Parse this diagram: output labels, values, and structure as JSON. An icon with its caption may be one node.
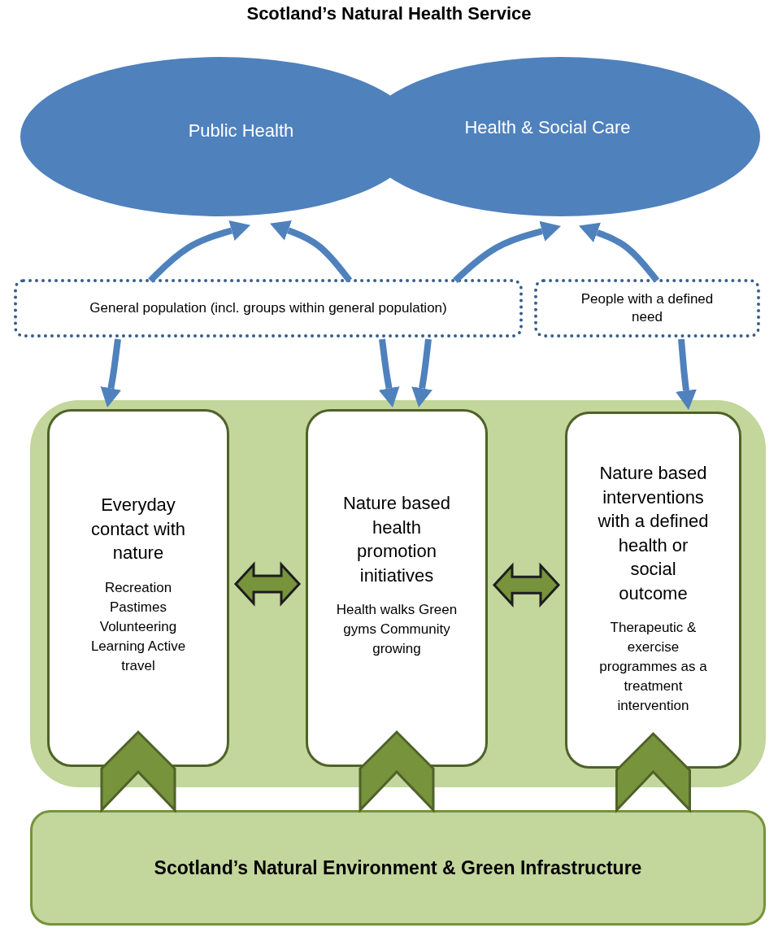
{
  "diagram": {
    "title": "Scotland’s Natural Health Service",
    "nodes": [
      {
        "text": [
          "Public Health"
        ]
      },
      {
        "text": [
          "Health & Social Care"
        ]
      },
      {
        "text": [
          "General population (incl. groups within general population)"
        ]
      },
      {
        "text": [
          "People with a defined need"
        ]
      },
      {
        "text": [],
        "shape": "box"
      },
      {
        "text": [
          "Everyday contact with nature",
          "Recreation Pastimes Volunteering Learning Active travel"
        ],
        "in": 4
      },
      {
        "text": [
          "Nature based health promotion initiatives",
          "Health walks Green gyms Community growing"
        ],
        "in": 4
      },
      {
        "text": [
          "Nature based interventions with a defined health or social outcome",
          "Therapeutic & exercise programmes as a treatment intervention"
        ],
        "in": 4
      },
      {
        "text": [
          "Scotland’s Natural Environment & Green Infrastructure"
        ]
      }
    ],
    "edges": [
      {
        "from": 2,
        "to": 0,
        "arrow": "to"
      },
      {
        "from": 2,
        "to": 0,
        "arrow": "to"
      },
      {
        "from": 2,
        "to": 1,
        "arrow": "to"
      },
      {
        "from": 3,
        "to": 1,
        "arrow": "to"
      },
      {
        "from": 2,
        "to": 5,
        "arrow": "to"
      },
      {
        "from": 2,
        "to": 6,
        "arrow": "to"
      },
      {
        "from": 2,
        "to": 6,
        "arrow": "to"
      },
      {
        "from": 3,
        "to": 7,
        "arrow": "to"
      },
      {
        "from": 5,
        "to": 6,
        "arrow": "both",
        "style": "thick",
        "color": "#77933c"
      },
      {
        "from": 6,
        "to": 7,
        "arrow": "both",
        "style": "thick",
        "color": "#77933c"
      },
      {
        "from": 8,
        "to": 5,
        "arrow": "to",
        "style": "thick",
        "color": "#77933c"
      },
      {
        "from": 8,
        "to": 6,
        "arrow": "to",
        "style": "thick",
        "color": "#77933c"
      },
      {
        "from": 8,
        "to": 7,
        "arrow": "to",
        "style": "thick",
        "color": "#77933c"
      }
    ]
  }
}
